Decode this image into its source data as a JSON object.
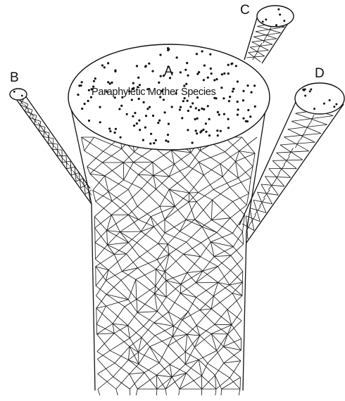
{
  "labels": {
    "a": "A",
    "b": "B",
    "c": "C",
    "d": "D",
    "main_species": "Paraphyletic Mother Species"
  },
  "colors": {
    "ink": "#111111",
    "background": "#ffffff"
  }
}
